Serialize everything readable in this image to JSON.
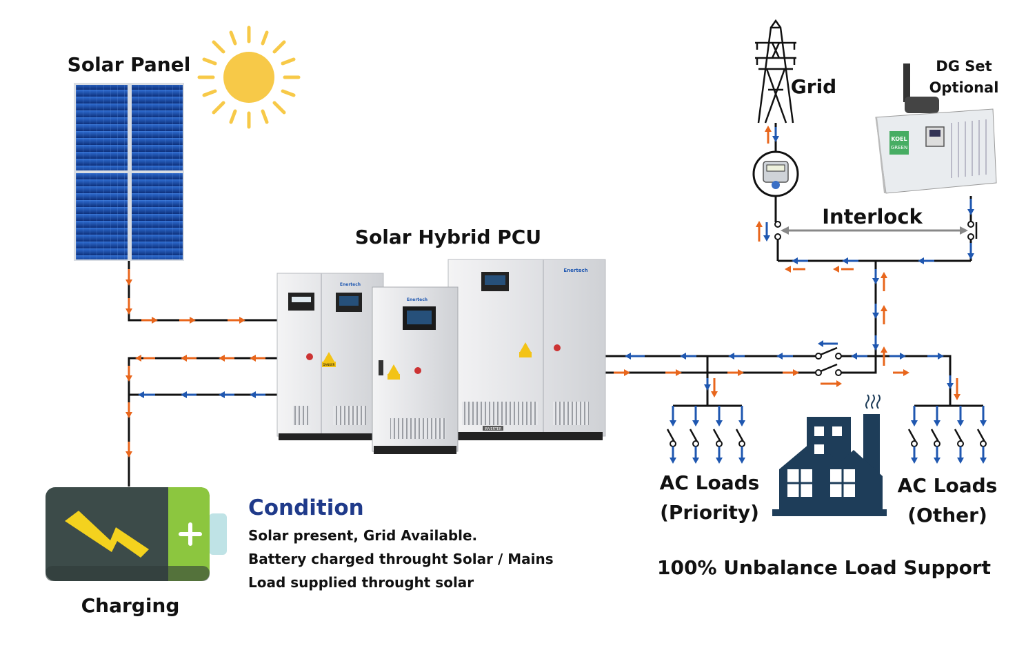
{
  "labels": {
    "solar_panel": "Solar Panel",
    "grid": "Grid",
    "dg_set_line1": "DG Set",
    "dg_set_line2": "Optional",
    "interlock": "Interlock",
    "pcu": "Solar Hybrid PCU",
    "ac_loads_priority_line1": "AC Loads",
    "ac_loads_priority_line2": "(Priority)",
    "ac_loads_other_line1": "AC Loads",
    "ac_loads_other_line2": "(Other)",
    "unbalance": "100% Unbalance Load Support",
    "charging": "Charging"
  },
  "condition": {
    "title": "Condition",
    "lines": [
      "Solar present, Grid Available.",
      "Battery charged throught Solar / Mains",
      "Load supplied throught solar"
    ]
  },
  "equipment_text": {
    "brand": "Enertech",
    "danger": "DANGER",
    "inverter_plate": "INVERTER",
    "genset_brand": "KOEL",
    "genset_model": "GREEN"
  },
  "colors": {
    "flow_solar": "#e8661c",
    "flow_grid": "#1f57b0",
    "sun": "#f7c948",
    "battery_body": "#3c4b49",
    "battery_green": "#8cc63f",
    "building": "#1e3d59",
    "condition_title": "#1f3a8a"
  }
}
